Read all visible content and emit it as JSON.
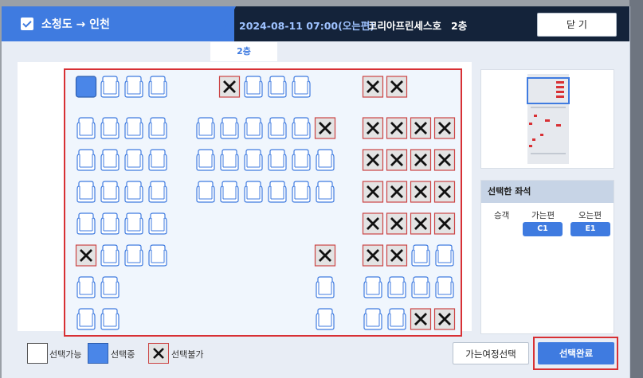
{
  "header": {
    "route": "소청도 → 인천",
    "datetime": "2024-08-11 07:00(오는편)",
    "ship": "코리아프린세스호",
    "floor": "2층",
    "close_label": "닫 기"
  },
  "floor_tab": "2층",
  "seat_legend": [
    {
      "label": "선택가능",
      "state": "available"
    },
    {
      "label": "선택중",
      "state": "selected"
    },
    {
      "label": "선택불가",
      "state": "unavailable"
    }
  ],
  "selected_panel": {
    "title": "선택한 좌석",
    "col_passenger": "승객",
    "col_outbound": "가는편",
    "col_return": "오는편",
    "outbound_seat": "C1",
    "return_seat": "E1"
  },
  "buttons": {
    "select_outbound": "가는여정선택",
    "complete": "선택완료"
  },
  "colors": {
    "accent": "#3f7be0",
    "header_bg": "#14233a",
    "highlight_outline": "#d83034"
  },
  "seat_rows": [
    {
      "groups": [
        [
          "S",
          "A",
          "A",
          "A"
        ],
        [
          "X",
          "A",
          "A",
          "A"
        ],
        [
          "X",
          "X"
        ]
      ]
    },
    {
      "groups": [
        [
          "A",
          "A",
          "A",
          "A"
        ],
        [
          "A",
          "A",
          "A",
          "A",
          "A",
          "X"
        ],
        [
          "X",
          "X",
          "X",
          "X"
        ]
      ]
    },
    {
      "groups": [
        [
          "A",
          "A",
          "A",
          "A"
        ],
        [
          "A",
          "A",
          "A",
          "A",
          "A",
          "A"
        ],
        [
          "X",
          "X",
          "X",
          "X"
        ]
      ]
    },
    {
      "groups": [
        [
          "A",
          "A",
          "A",
          "A"
        ],
        [
          "A",
          "A",
          "A",
          "A",
          "A",
          "A"
        ],
        [
          "X",
          "X",
          "X",
          "X"
        ]
      ]
    },
    {
      "groups": [
        [
          "A",
          "A",
          "A",
          "A"
        ],
        [],
        [
          "X",
          "X",
          "X",
          "X"
        ]
      ]
    },
    {
      "groups": [
        [
          "X",
          "A",
          "A",
          "A"
        ],
        [
          "X"
        ],
        [
          "X",
          "X",
          "A",
          "A"
        ]
      ]
    },
    {
      "groups": [
        [
          "A",
          "A"
        ],
        [
          "A"
        ],
        [
          "A",
          "A",
          "A",
          "A"
        ]
      ]
    },
    {
      "groups": [
        [
          "A",
          "A"
        ],
        [
          "A"
        ],
        [
          "A",
          "A",
          "X",
          "X"
        ]
      ]
    }
  ]
}
